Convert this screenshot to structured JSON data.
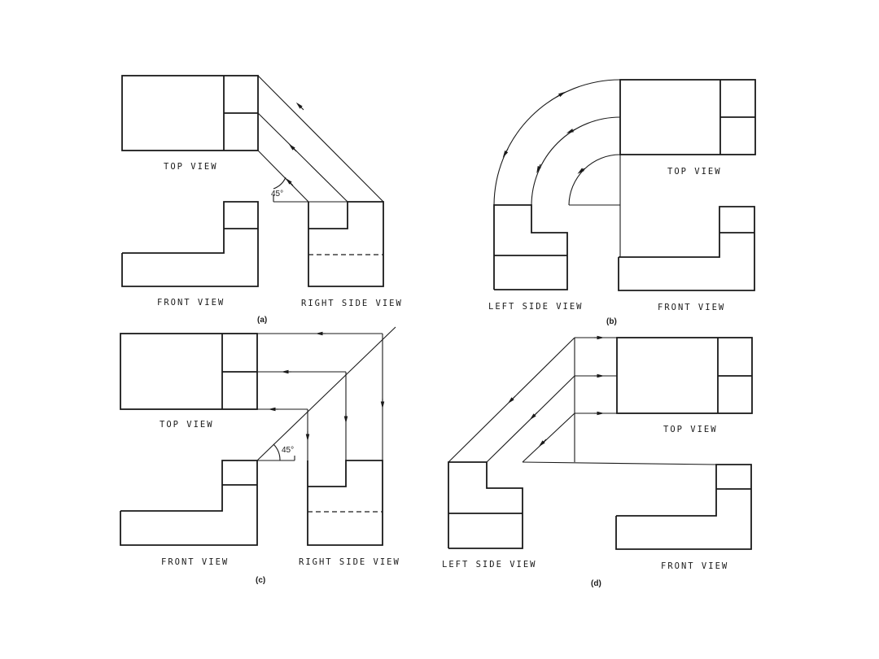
{
  "panels": {
    "a": {
      "caption": "(a)",
      "top_view": "TOP VIEW",
      "front_view": "FRONT VIEW",
      "side_view": "RIGHT SIDE VIEW",
      "angle": "45°"
    },
    "b": {
      "caption": "(b)",
      "top_view": "TOP VIEW",
      "front_view": "FRONT VIEW",
      "side_view": "LEFT SIDE VIEW"
    },
    "c": {
      "caption": "(c)",
      "top_view": "TOP VIEW",
      "front_view": "FRONT VIEW",
      "side_view": "RIGHT SIDE VIEW",
      "angle": "45°"
    },
    "d": {
      "caption": "(d)",
      "top_view": "TOP VIEW",
      "front_view": "FRONT VIEW",
      "side_view": "LEFT SIDE VIEW"
    }
  }
}
